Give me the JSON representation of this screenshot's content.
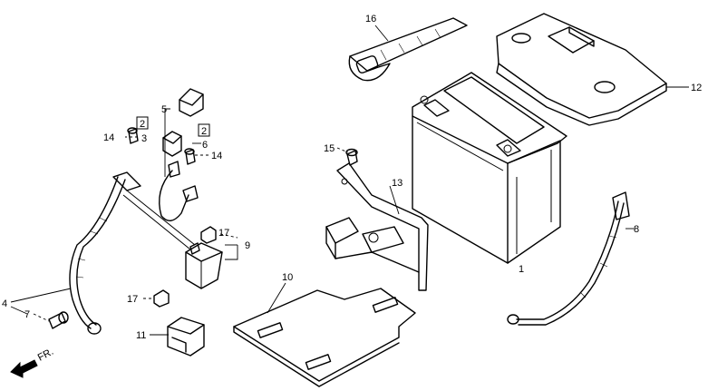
{
  "callouts": {
    "c1": "1",
    "c2a": "2",
    "c2b": "2",
    "c3": "3",
    "c4": "4",
    "c5": "5",
    "c6": "6",
    "c7": "7",
    "c8": "8",
    "c9": "9",
    "c10": "10",
    "c11": "11",
    "c12": "12",
    "c13": "13",
    "c14a": "14",
    "c14b": "14",
    "c15": "15",
    "c16": "16",
    "c17a": "17",
    "c17b": "17"
  },
  "front_label": "FR."
}
